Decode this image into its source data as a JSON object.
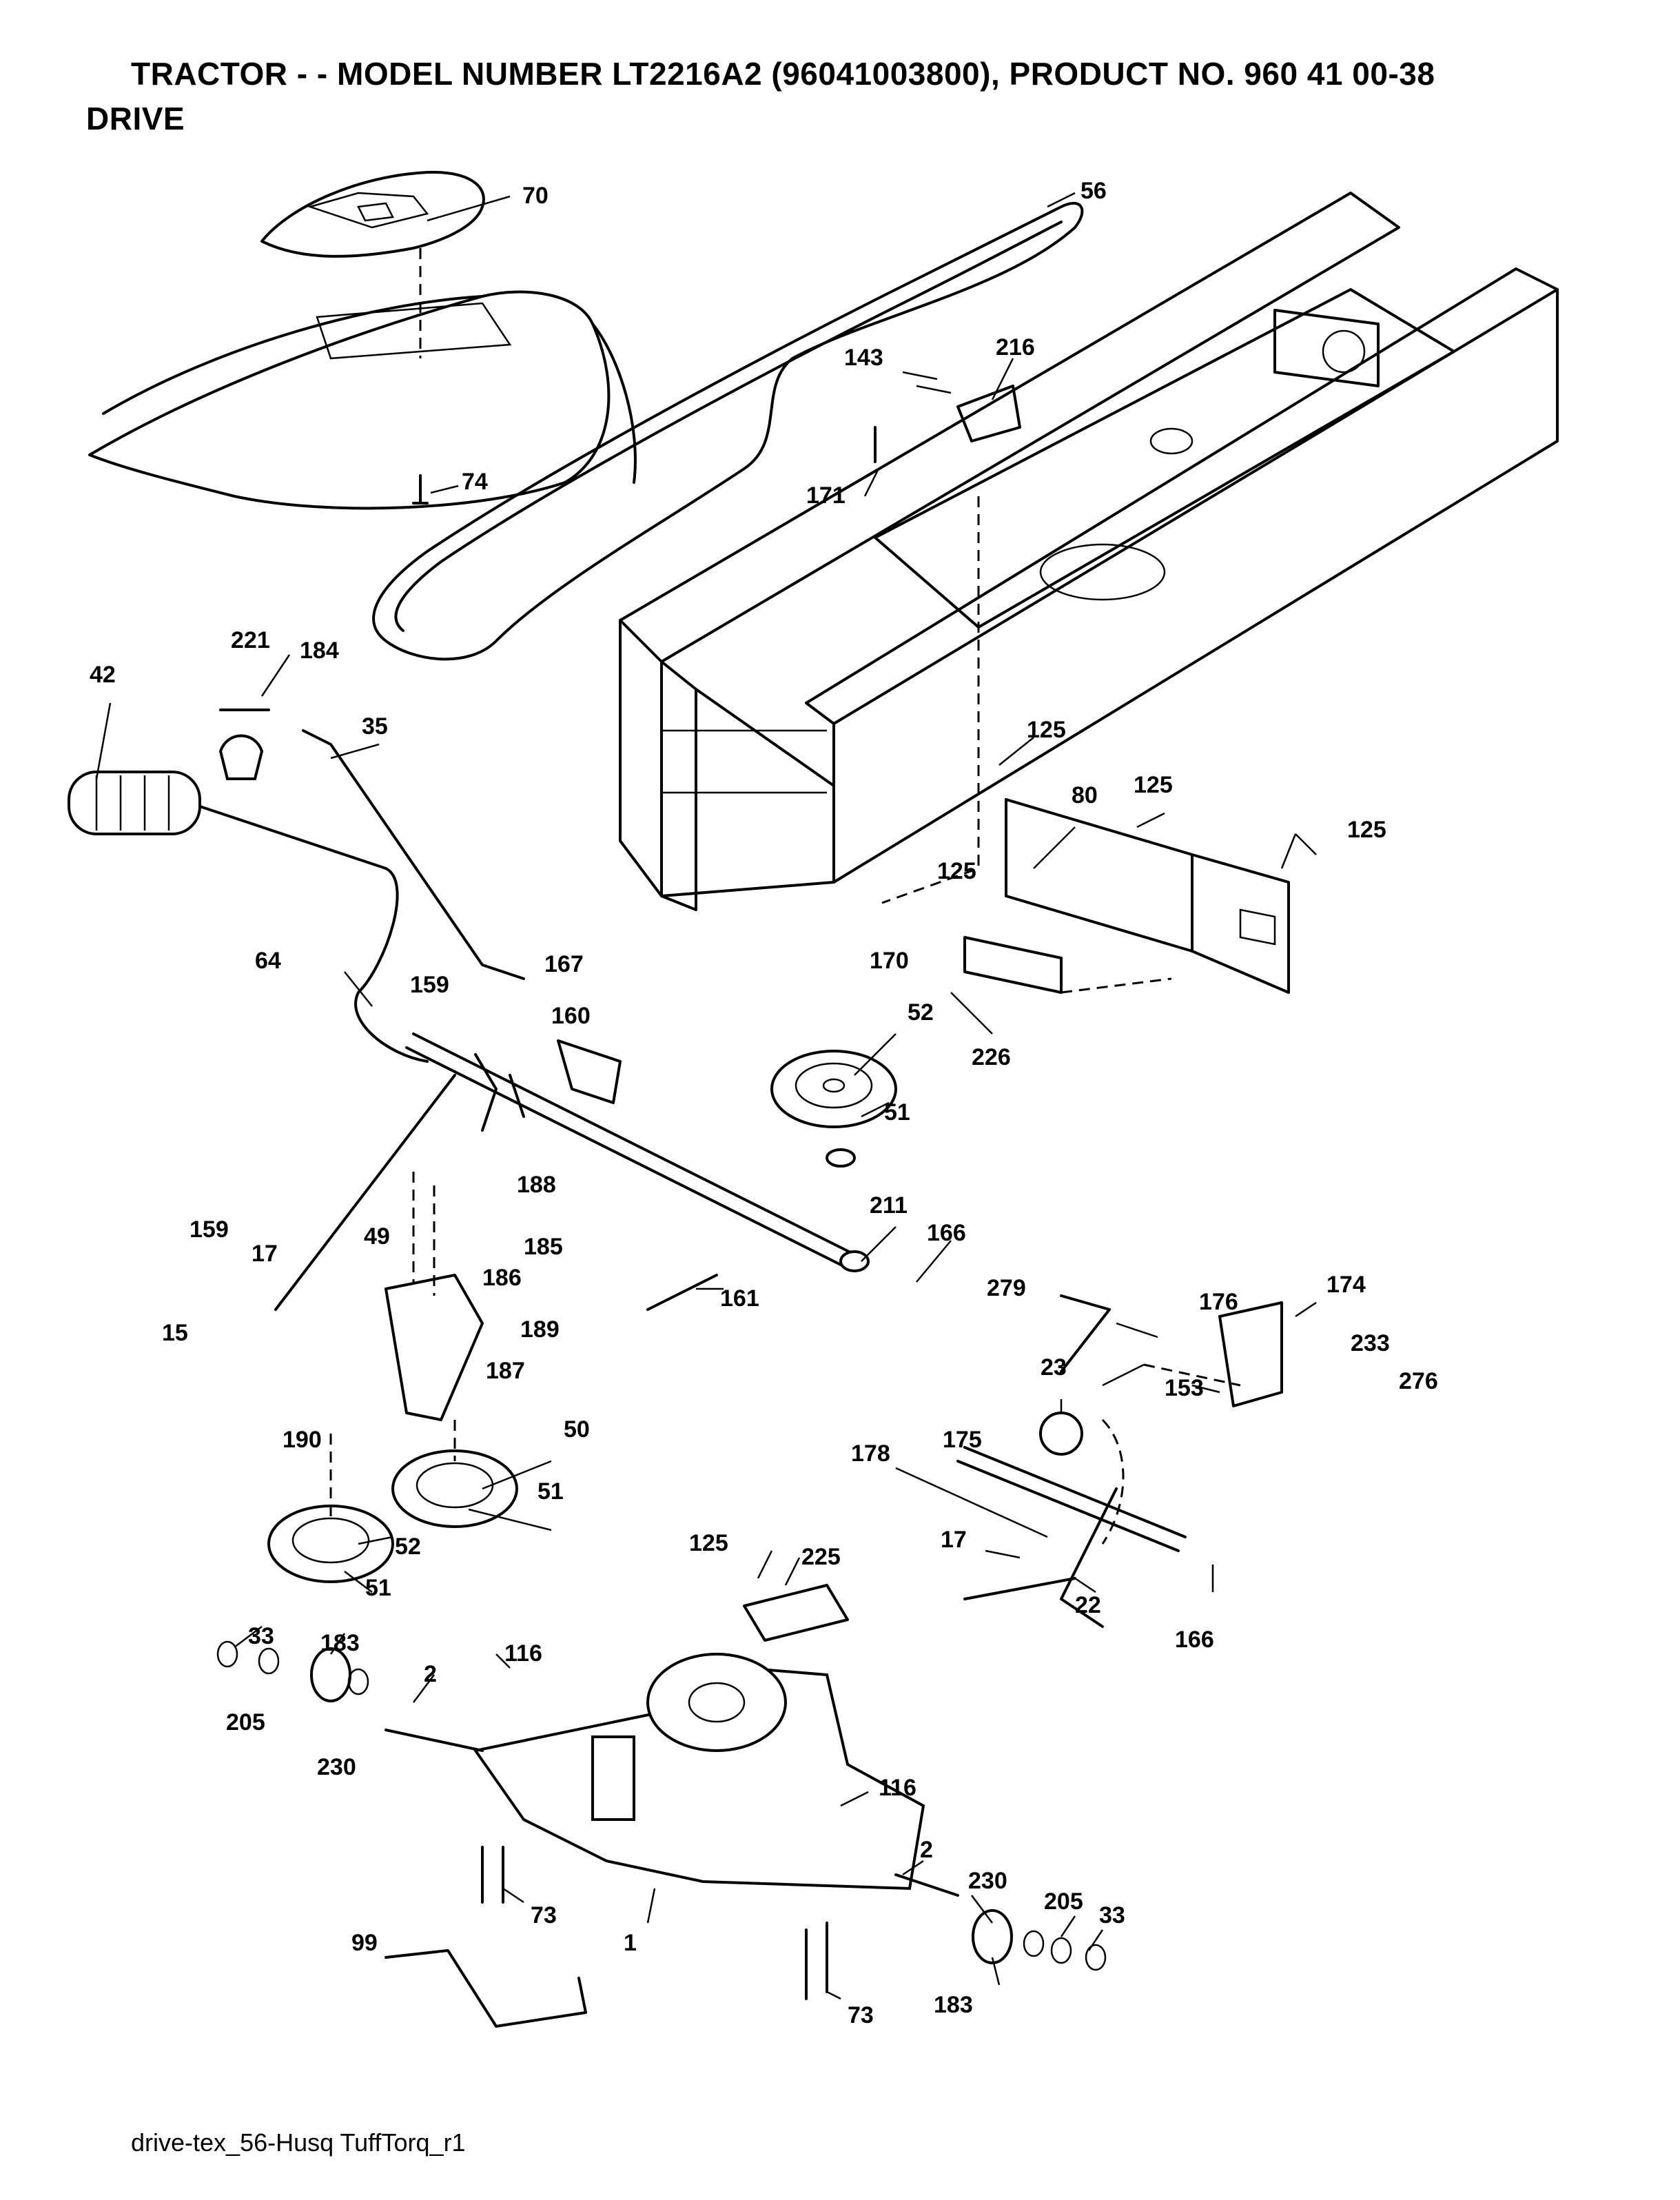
{
  "title": {
    "line1": "TRACTOR - - MODEL NUMBER LT2216A2 (96041003800), PRODUCT NO. 960 41 00-38",
    "line2": "DRIVE"
  },
  "footer": "drive-tex_56-Husq TuffTorq_r1",
  "callouts": [
    "70",
    "56",
    "216",
    "143",
    "171",
    "74",
    "221",
    "184",
    "42",
    "35",
    "125",
    "80",
    "125",
    "125",
    "125",
    "64",
    "159",
    "167",
    "160",
    "170",
    "52",
    "226",
    "51",
    "188",
    "211",
    "166",
    "159",
    "17",
    "49",
    "185",
    "186",
    "15",
    "161",
    "189",
    "187",
    "279",
    "176",
    "174",
    "23",
    "233",
    "276",
    "153",
    "190",
    "50",
    "51",
    "175",
    "178",
    "52",
    "51",
    "125",
    "225",
    "17",
    "22",
    "166",
    "33",
    "183",
    "116",
    "2",
    "205",
    "230",
    "116",
    "2",
    "230",
    "99",
    "73",
    "205",
    "33",
    "1",
    "183",
    "73"
  ]
}
